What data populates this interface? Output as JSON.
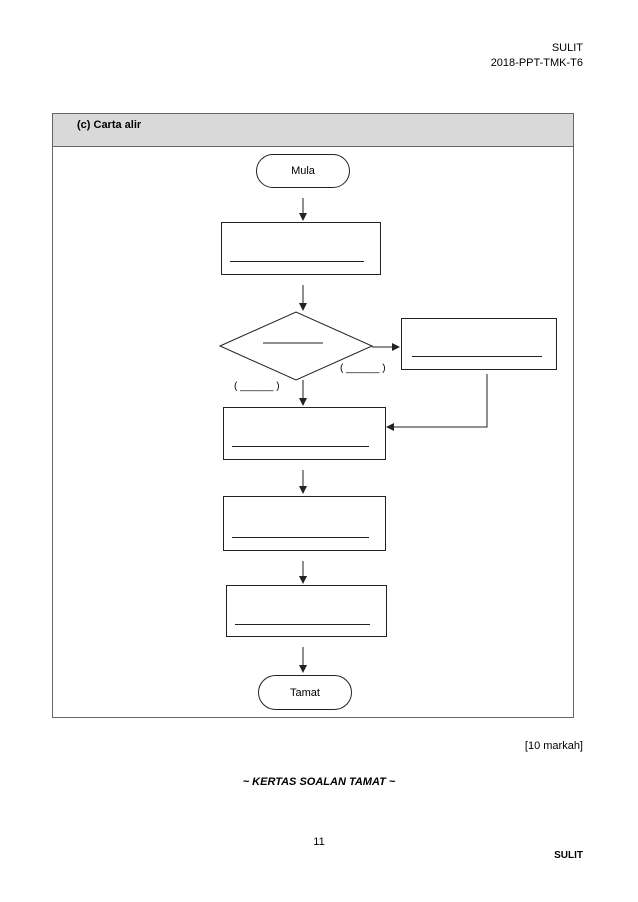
{
  "header": {
    "classification": "SULIT",
    "paper_code": "2018-PPT-TMK-T6"
  },
  "section": {
    "title": "(c) Carta alir"
  },
  "flowchart": {
    "start_label": "Mula",
    "end_label": "Tamat",
    "decision_yes_label": "( ______ )",
    "decision_no_label": "( ______ )"
  },
  "footer": {
    "marks": "[10 markah]",
    "end_text": "~ KERTAS SOALAN TAMAT ~",
    "page_number": "11",
    "classification": "SULIT"
  }
}
